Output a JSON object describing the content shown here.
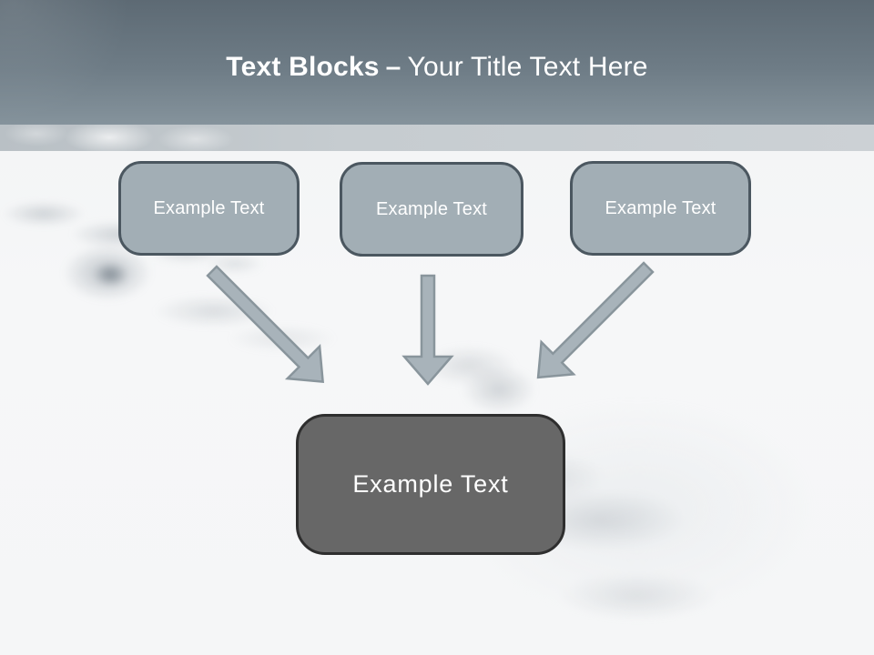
{
  "header": {
    "title_bold": "Text Blocks",
    "title_dash": "–",
    "title_regular": "Your Title Text Here"
  },
  "diagram": {
    "top_blocks": [
      {
        "label": "Example Text"
      },
      {
        "label": "Example Text"
      },
      {
        "label": "Example Text"
      }
    ],
    "center_block": {
      "label": "Example Text"
    },
    "arrows": [
      {
        "name": "arrow-diagonal-down-right"
      },
      {
        "name": "arrow-straight-down"
      },
      {
        "name": "arrow-diagonal-down-left"
      }
    ]
  },
  "colors": {
    "header_gradient_top": "#5d6a74",
    "header_gradient_bottom": "#85939c",
    "divider_band": "#c6ccd0",
    "block_fill": "#a2aeb5",
    "block_border": "#4b5760",
    "center_block_fill": "#676767",
    "center_block_border": "#2e2e2e",
    "arrow_fill": "#a8b3ba",
    "arrow_outline": "#89959c",
    "title_text": "#ffffff",
    "block_text": "#ffffff",
    "canvas_background": "#f6f7f8"
  }
}
